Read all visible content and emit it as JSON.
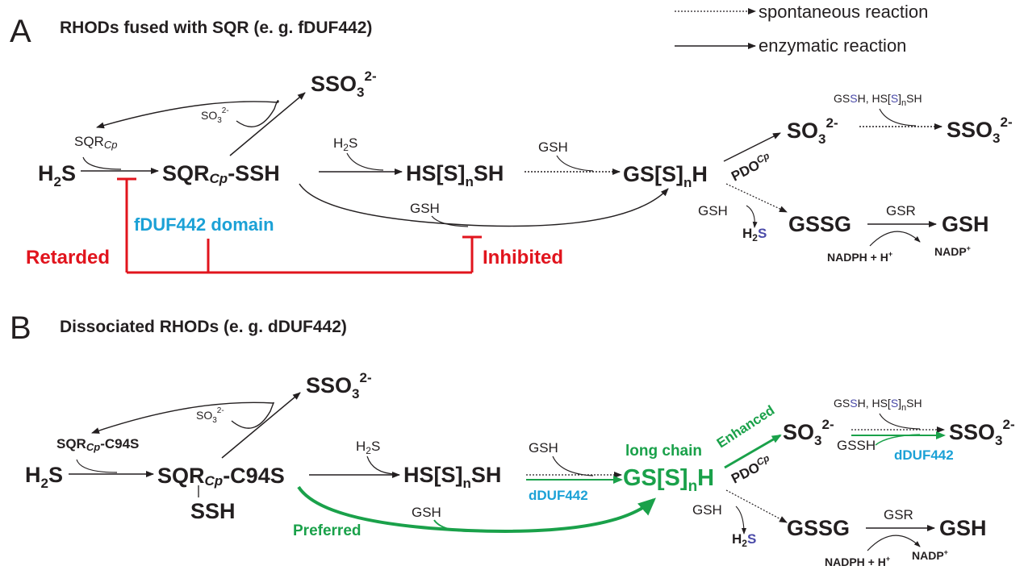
{
  "legend": {
    "spontaneous": "spontaneous reaction",
    "enzymatic": "enzymatic reaction"
  },
  "panel_a": {
    "letter": "A",
    "title": "RHODs fused with SQR (e. g. fDUF442)",
    "h2s": "H",
    "h2s_sub": "2",
    "h2s_tail": "S",
    "sqr_label": "SQR",
    "sqr_cp": "Cp",
    "sqr_ssh_main": "SQR",
    "sqr_ssh_cp": "Cp",
    "sqr_ssh_tail": "-SSH",
    "sso3_main": "SSO",
    "sso3_sub": "3",
    "sso3_sup": "2-",
    "so3_main": "SO",
    "so3_sub": "3",
    "so3_sup": "2-",
    "h2s_small": "H",
    "h2s_small_sub": "2",
    "h2s_small_tail": "S",
    "hsssh_main": "HS[S]",
    "hsssh_sub": "n",
    "hsssh_tail": "SH",
    "gsh_top": "GSH",
    "gssh_main": "GS[S]",
    "gssh_sub": "n",
    "gssh_tail": "H",
    "gsh_bottom": "GSH",
    "domain_label": "fDUF442 domain",
    "retarded": "Retarded",
    "inhibited": "Inhibited",
    "so3_right_main": "SO",
    "so3_right_sub": "3",
    "so3_right_sup": "2-",
    "pdo_label": "PDO",
    "pdo_cp": "Cp",
    "gssh_cofactor_main": "GS",
    "gssh_cofactor_blue": "S",
    "gssh_cofactor_mid": "H, HS[",
    "gssh_cofactor_blue2": "S",
    "gssh_cofactor_end": "]",
    "gssh_cofactor_sub": "n",
    "gssh_cofactor_tail": "SH",
    "sso3_right_main": "SSO",
    "sso3_right_sub": "3",
    "sso3_right_sup": "2-",
    "gsh_side": "GSH",
    "h2s_out_h": "H",
    "h2s_out_sub": "2",
    "h2s_out_s": "S",
    "gssg": "GSSG",
    "gsr": "GSR",
    "gsh_product": "GSH",
    "nadph": "NADPH + H",
    "nadph_sup": "+",
    "nadp": "NADP",
    "nadp_sup": "+"
  },
  "panel_b": {
    "letter": "B",
    "title": "Dissociated RHODs (e. g. dDUF442)",
    "h2s": "H",
    "h2s_sub": "2",
    "h2s_tail": "S",
    "sqr_label": "SQR",
    "sqr_cp": "Cp",
    "sqr_label_tail": "-C94S",
    "sqr_main": "SQR",
    "sqr_main_cp": "Cp",
    "sqr_main_tail": "-C94S",
    "ssh": "SSH",
    "sso3_main": "SSO",
    "sso3_sub": "3",
    "sso3_sup": "2-",
    "so3_main": "SO",
    "so3_sub": "3",
    "so3_sup": "2-",
    "h2s_small": "H",
    "h2s_small_sub": "2",
    "h2s_small_tail": "S",
    "hsssh_main": "HS[S]",
    "hsssh_sub": "n",
    "hsssh_tail": "SH",
    "gsh_top": "GSH",
    "ddu_mid": "dDUF442",
    "long_chain": "long chain",
    "gssh_main": "GS[S]",
    "gssh_sub": "n",
    "gssh_tail": "H",
    "gsh_bottom": "GSH",
    "preferred": "Preferred",
    "enhanced": "Enhanced",
    "so3_right_main": "SO",
    "so3_right_sub": "3",
    "so3_right_sup": "2-",
    "pdo_label": "PDO",
    "pdo_cp": "Cp",
    "gssh_cofactor_main": "GS",
    "gssh_cofactor_blue": "S",
    "gssh_cofactor_mid": "H, HS[",
    "gssh_cofactor_blue2": "S",
    "gssh_cofactor_end": "]",
    "gssh_cofactor_sub": "n",
    "gssh_cofactor_tail": "SH",
    "gssh_lower": "GSSH",
    "ddu_right": "dDUF442",
    "sso3_right_main": "SSO",
    "sso3_right_sub": "3",
    "sso3_right_sup": "2-",
    "gsh_side": "GSH",
    "h2s_out_h": "H",
    "h2s_out_sub": "2",
    "h2s_out_s": "S",
    "gssg": "GSSG",
    "gsr": "GSR",
    "gsh_product": "GSH",
    "nadph": "NADPH + H",
    "nadph_sup": "+",
    "nadp": "NADP",
    "nadp_sup": "+"
  },
  "colors": {
    "inhibition_red": "#e1141d",
    "domain_cyan": "#1ba1d6",
    "enhance_green": "#1aa14a",
    "sulfur_blue": "#4a4aa8",
    "ink": "#231f20"
  }
}
